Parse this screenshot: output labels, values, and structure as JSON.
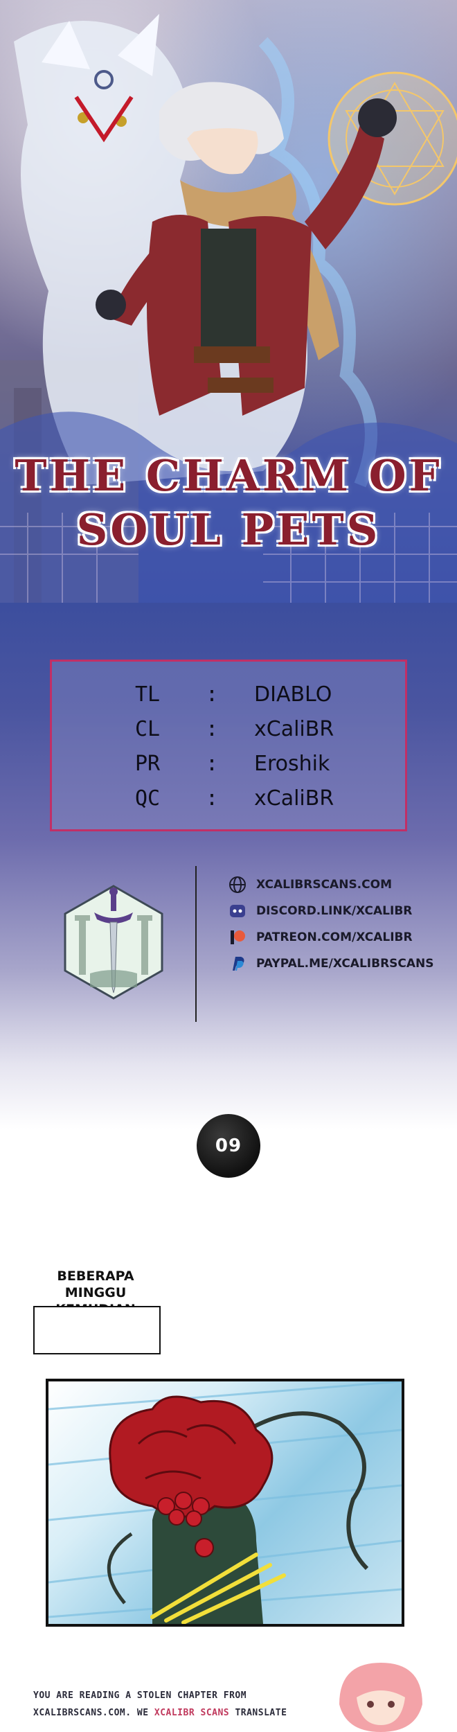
{
  "cover": {
    "title_line1": "THE CHARM OF",
    "title_line2": "SOUL PETS"
  },
  "credits": [
    {
      "role": "TL",
      "separator": ":",
      "name": "DIABLO"
    },
    {
      "role": "CL",
      "separator": ":",
      "name": "xCaliBR"
    },
    {
      "role": "PR",
      "separator": ":",
      "name": "Eroshik"
    },
    {
      "role": "QC",
      "separator": ":",
      "name": "xCaliBR"
    }
  ],
  "links": [
    {
      "icon": "globe-icon",
      "label": "XCALIBRSCANS.COM"
    },
    {
      "icon": "discord-icon",
      "label": "DISCORD.LINK/XCALIBR"
    },
    {
      "icon": "patreon-icon",
      "label": "PATREON.COM/XCALIBR"
    },
    {
      "icon": "paypal-icon",
      "label": "PAYPAL.ME/XCALIBRSCANS"
    }
  ],
  "chapter": {
    "number": "09"
  },
  "narration": {
    "text": "BEBERAPA MINGGU KEMUDIAN"
  },
  "footer": {
    "line1": "YOU ARE READING A STOLEN CHAPTER FROM",
    "site": "XCALIBRSCANS.COM",
    "we": ". WE",
    "group": "XCALIBR SCANS",
    "translate": "TRANSLATE"
  },
  "colors": {
    "title": "#8a1f2e",
    "credit_border": "#c12f66",
    "accent": "#c0395d"
  }
}
